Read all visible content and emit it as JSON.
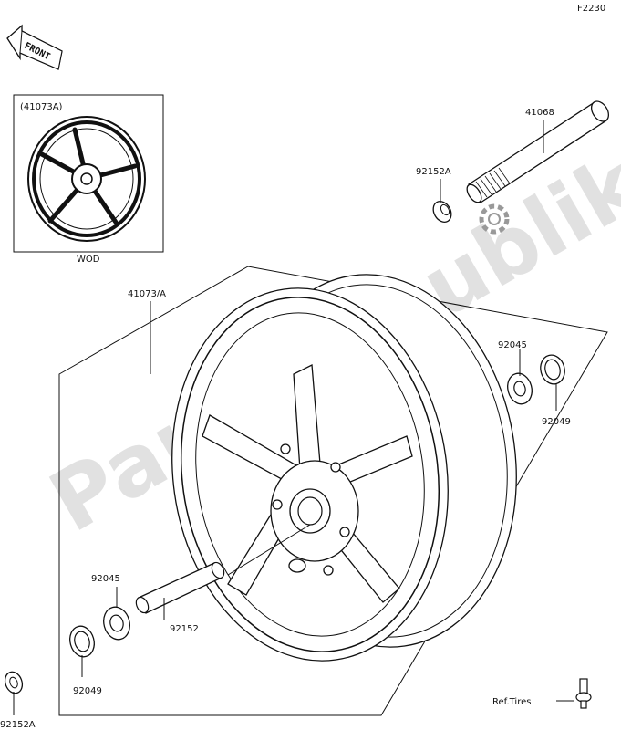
{
  "page_code": "F2230",
  "front_tag": "FRONT",
  "watermark": "PartsRepublik",
  "inset": {
    "title": "(41073A)",
    "caption": "WOD"
  },
  "labels": {
    "wheel": "41073/A",
    "axle": "41068",
    "collar_top": "92152A",
    "bearing_right": "92045",
    "seal_right": "92049",
    "bearing_left": "92045",
    "spacer": "92152",
    "seal_left": "92049",
    "collar_bottom": "92152A",
    "ref_tires": "Ref.Tires"
  }
}
